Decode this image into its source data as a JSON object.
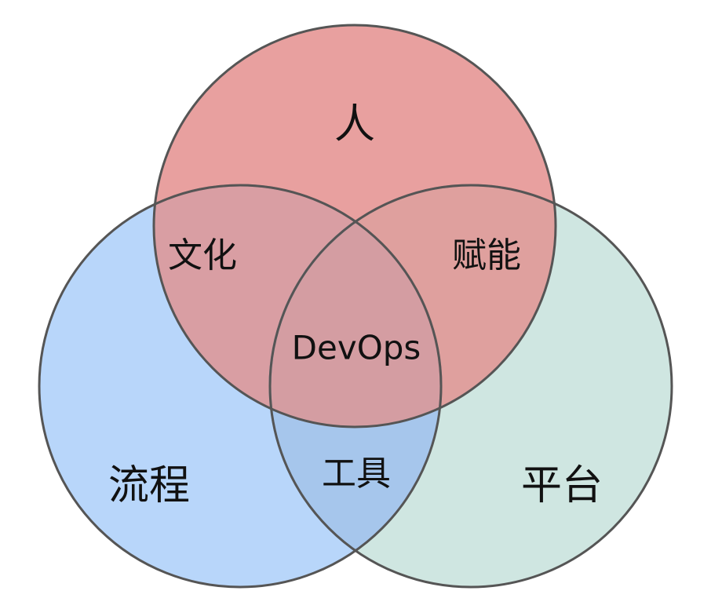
{
  "diagram": {
    "circles": {
      "people": {
        "label": "人",
        "fill": "#e8a09f",
        "stroke": "#555555"
      },
      "process": {
        "label": "流程",
        "fill": "#b8d6fa",
        "stroke": "#555555"
      },
      "platform": {
        "label": "平台",
        "fill": "#cfe6e1",
        "stroke": "#555555"
      }
    },
    "intersections": {
      "people_process": "文化",
      "people_platform": "赋能",
      "process_platform": "工具",
      "all": "DevOps"
    }
  }
}
